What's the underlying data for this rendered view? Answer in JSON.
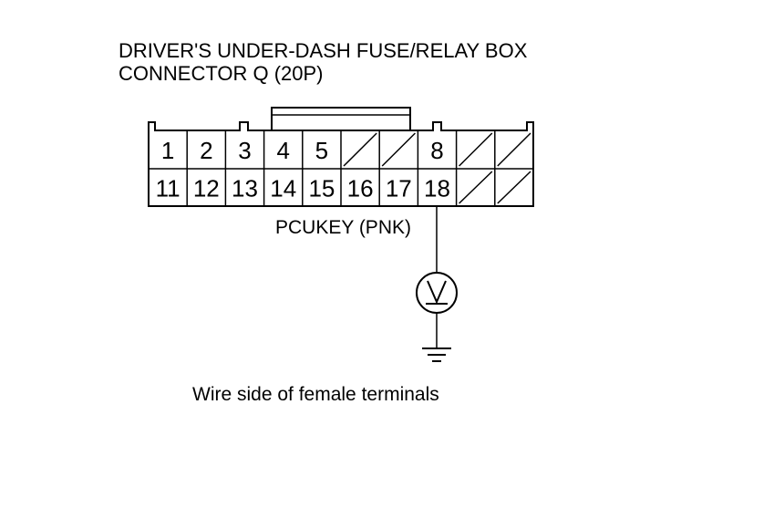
{
  "diagram": {
    "title_line1": "DRIVER'S UNDER-DASH FUSE/RELAY BOX",
    "title_line2": "CONNECTOR Q (20P)",
    "connector": {
      "row1": [
        "1",
        "2",
        "3",
        "4",
        "5",
        "",
        "",
        "8",
        "",
        ""
      ],
      "row2": [
        "11",
        "12",
        "13",
        "14",
        "15",
        "16",
        "17",
        "18",
        "",
        ""
      ]
    },
    "wire_label": "PCUKEY (PNK)",
    "meter_symbol": "V",
    "caption": "Wire side of female terminals"
  }
}
